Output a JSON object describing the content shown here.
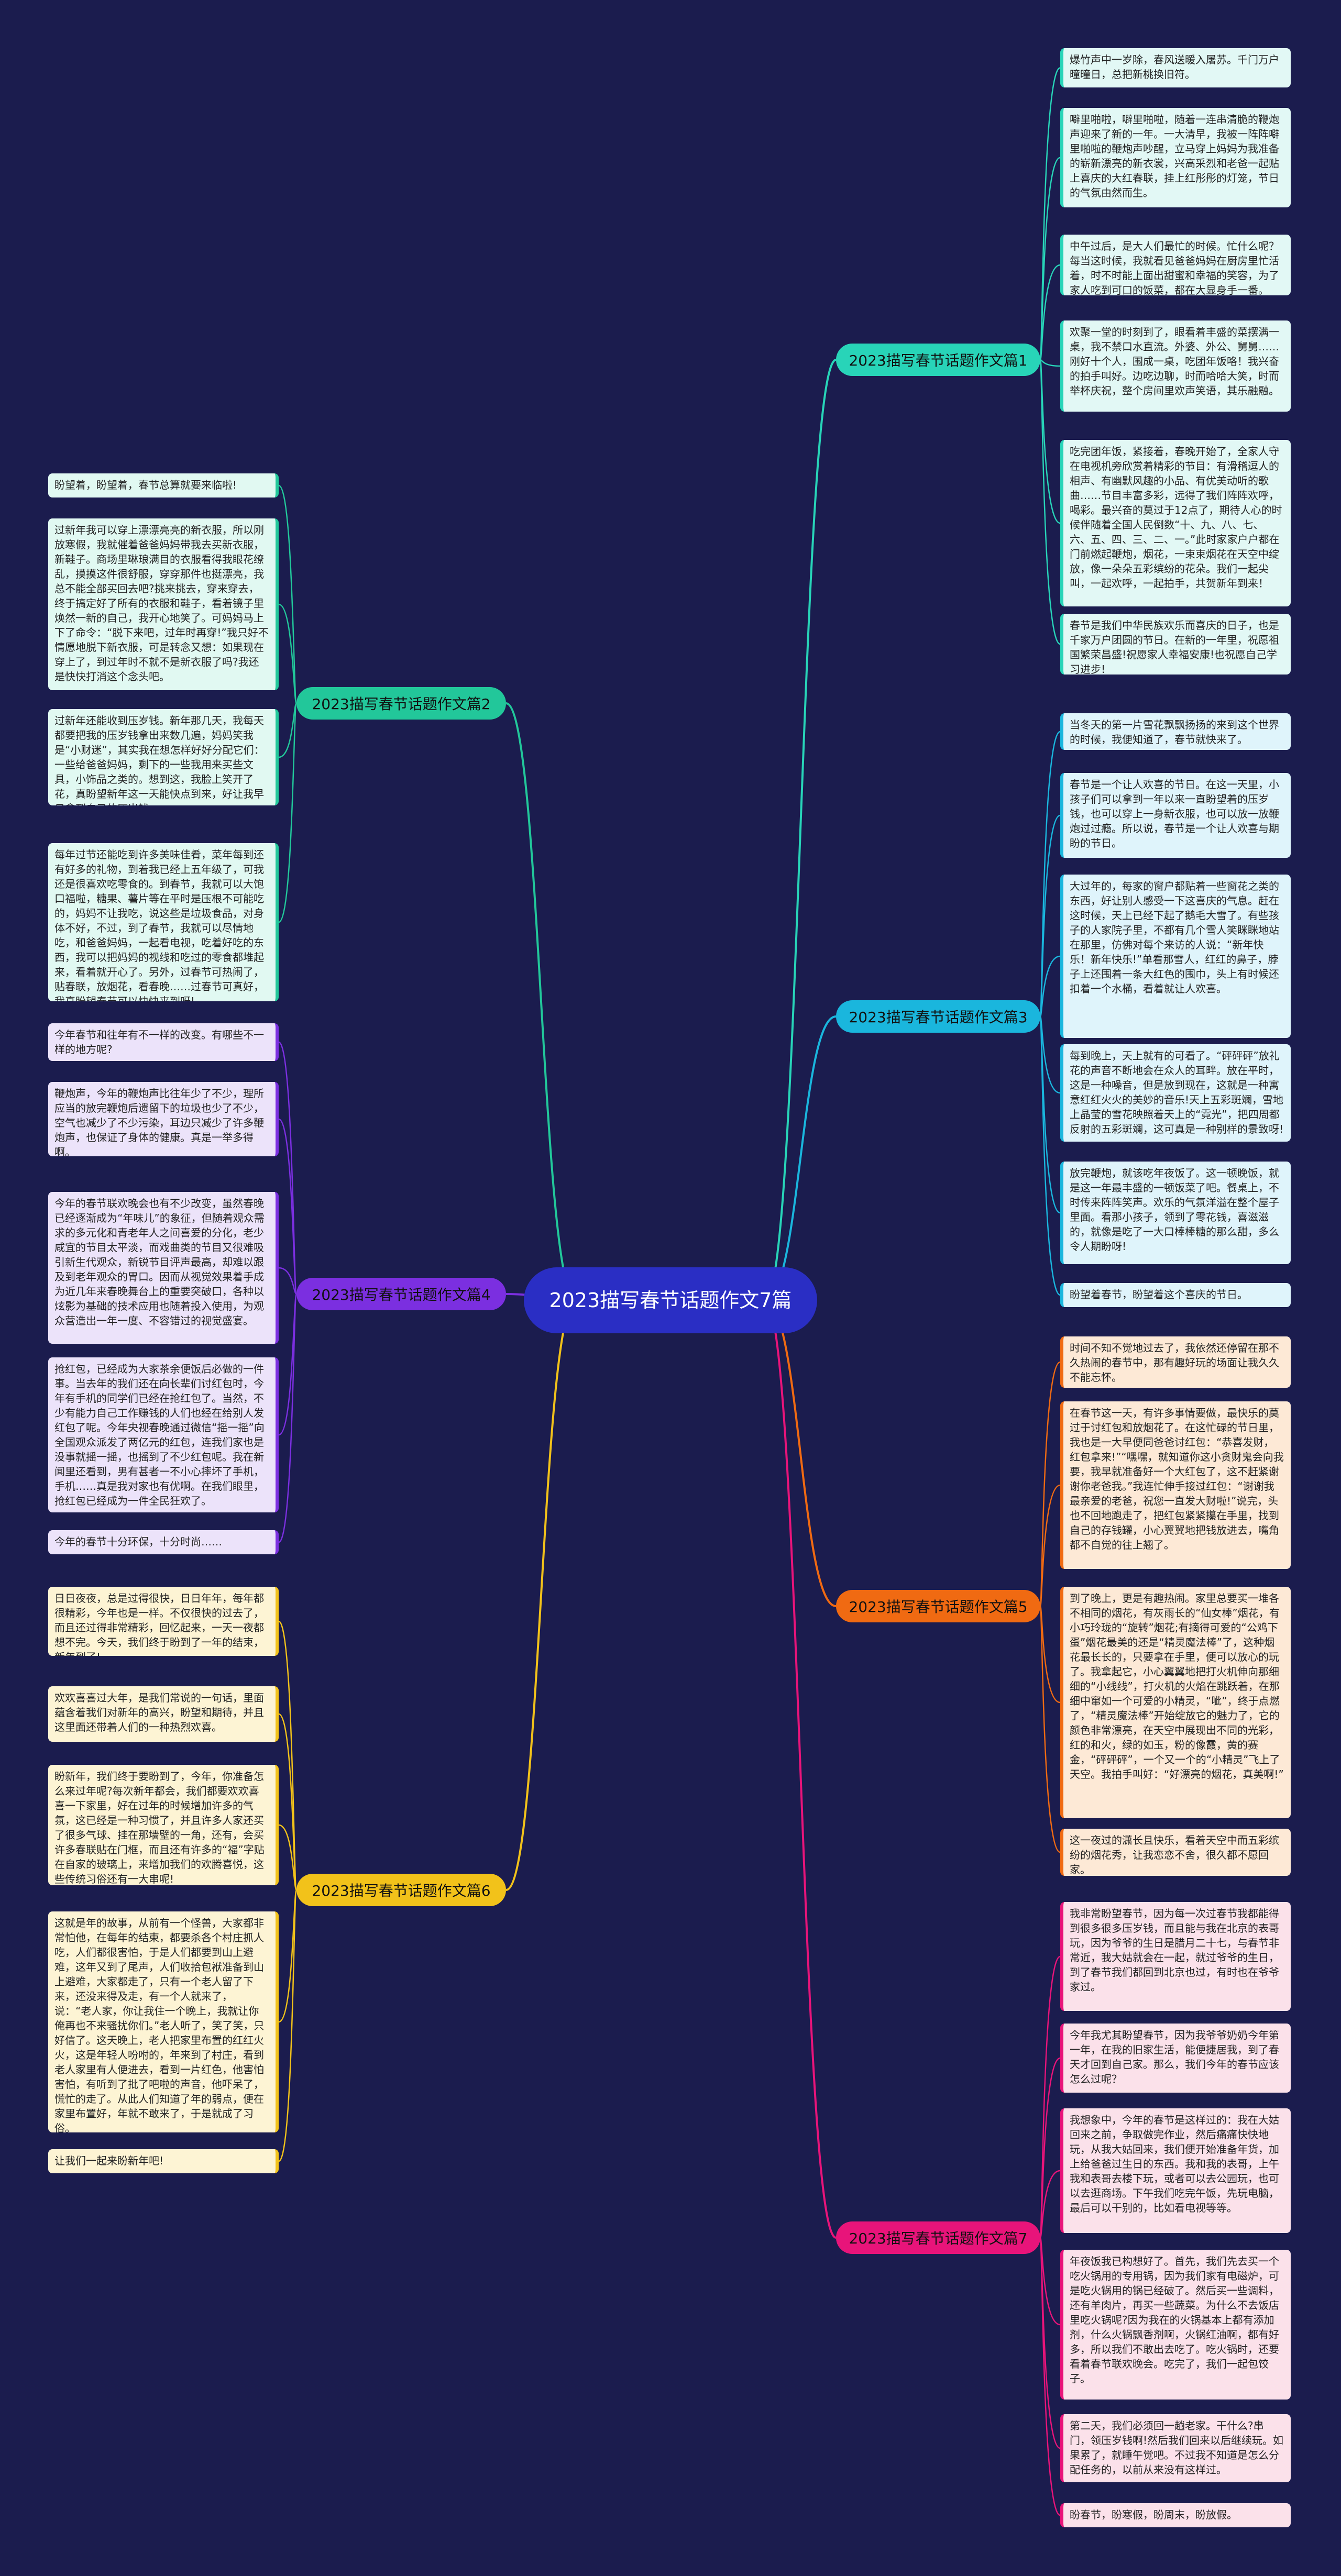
{
  "title": "2023描写春节话题作文7篇",
  "branch_colors": {
    "b1": "#28d4b8",
    "b2": "#22c79a",
    "b3": "#1ab6dd",
    "b4": "#7b2fe0",
    "b5": "#f06a12",
    "b6": "#f2c21a",
    "b7": "#e8147a"
  },
  "branches": {
    "b1": {
      "label": "2023描写春节话题作文篇1",
      "leaves": [
        "爆竹声中一岁除，春风送暖入屠苏。千门万户曈曈日，总把新桃换旧符。",
        "噼里啪啦，噼里啪啦，随着一连串清脆的鞭炮声迎来了新的一年。一大清早，我被一阵阵噼里啪啦的鞭炮声吵醒，立马穿上妈妈为我准备的崭新漂亮的新衣裳，兴高采烈和老爸一起贴上喜庆的大红春联，挂上红彤彤的灯笼，节日的气氛由然而生。",
        "中午过后，是大人们最忙的时候。忙什么呢？每当这时候，我就看见爸爸妈妈在厨房里忙活着，时不时能上面出甜蜜和幸福的笑容，为了家人吃到可口的饭菜，都在大显身手一番。",
        "欢聚一堂的时刻到了，眼看着丰盛的菜摆满一桌，我不禁口水直流。外婆、外公、舅舅……刚好十个人，围成一桌，吃团年饭咯！我兴奋的拍手叫好。边吃边聊，时而哈哈大笑，时而举杯庆祝，整个房间里欢声笑语，其乐融融。",
        "吃完团年饭，紧接着，春晚开始了，全家人守在电视机旁欣赏着精彩的节目：有滑稽逗人的相声、有幽默风趣的小品、有优美动听的歌曲……节目丰富多彩，远得了我们阵阵欢呼，喝彩。最兴奋的莫过于12点了，期待人心的时候伴随着全国人民倒数“十、九、八、七、六、五、四、三、二、一。”此时家家户户都在门前燃起鞭炮，烟花，一束束烟花在天空中绽放，像一朵朵五彩缤纷的花朵。我们一起尖叫，一起欢呼，一起拍手，共贺新年到来！",
        "春节是我们中华民族欢乐而喜庆的日子，也是千家万户团圆的节日。在新的一年里，祝愿祖国繁荣昌盛!祝愿家人幸福安康!也祝愿自己学习进步!"
      ]
    },
    "b3": {
      "label": "2023描写春节话题作文篇3",
      "leaves": [
        "当冬天的第一片雪花飘飘扬扬的来到这个世界的时候，我便知道了，春节就快来了。",
        "春节是一个让人欢喜的节日。在这一天里，小孩子们可以拿到一年以来一直盼望着的压岁钱，也可以穿上一身新衣服，也可以放一放鞭炮过过瘾。所以说，春节是一个让人欢喜与期盼的节日。",
        "大过年的，每家的窗户都贴着一些窗花之类的东西，好让别人感受一下这喜庆的气息。赶在这时候，天上已经下起了鹅毛大雪了。有些孩子的人家院子里，不都有几个雪人笑眯眯地站在那里，仿佛对每个来访的人说：“新年快乐！新年快乐!”单看那雪人，红红的鼻子，脖子上还围着一条大红色的围巾，头上有时候还扣着一个水桶，看着就让人欢喜。",
        "每到晚上，天上就有的可看了。“砰砰砰”放礼花的声音不断地会在众人的耳畔。放在平时，这是一种噪音，但是放到现在，这就是一种寓意红红火火的美妙的音乐!天上五彩斑斓，雪地上晶莹的雪花映照着天上的“霓光”，把四周都反射的五彩斑斓，这可真是一种别样的景致呀!",
        "放完鞭炮，就该吃年夜饭了。这一顿晚饭，就是这一年最丰盛的一顿饭菜了吧。餐桌上，不时传来阵阵笑声。欢乐的气氛洋溢在整个屋子里面。看那小孩子，领到了零花钱，喜滋滋的，就像是吃了一大口棒棒糖的那么甜，多么令人期盼呀!",
        "盼望着春节，盼望着这个喜庆的节日。"
      ]
    },
    "b5": {
      "label": "2023描写春节话题作文篇5",
      "leaves": [
        "时间不知不觉地过去了，我依然还停留在那不久热闹的春节中，那有趣好玩的场面让我久久不能忘怀。",
        "在春节这一天，有许多事情要做，最快乐的莫过于讨红包和放烟花了。在这忙碌的节日里，我也是一大早便同爸爸讨红包：“恭喜发财，红包拿来!”“嘿嘿，就知道你这小贪财鬼会向我要，我早就准备好一个大红包了，这不赶紧谢谢你老爸我。”我连忙伸手接过红包：“谢谢我最亲爱的老爸，祝您一直发大财啦!”说完，头也不回地跑走了，把红包紧紧攥在手里，找到自己的存钱罐，小心翼翼地把钱放进去，嘴角都不自觉的往上翘了。",
        "到了晚上，更是有趣热闹。家里总要买一堆各不相同的烟花，有灰雨长的“仙女棒”烟花，有小巧玲珑的“旋转”烟花;有摘得可爱的“公鸡下蛋”烟花最美的还是“精灵魔法棒”了，这种烟花最长长的，只要拿在手里，便可以放心的玩了。我拿起它，小心翼翼地把打火机伸向那细细的“小线线”，打火机的火焰在跳跃着，在那细中窜如一个可爱的小精灵，“呲”，终于点燃了，“精灵魔法棒”开始绽放它的魅力了，它的颜色非常漂亮，在天空中展现出不同的光彩，红的和火，绿的如玉，粉的像霞，黄的赛金，“砰砰砰”，一个又一个的“小精灵”飞上了天空。我拍手叫好：“好漂亮的烟花，真美啊!”",
        "这一夜过的潇长且快乐，看着天空中而五彩缤纷的烟花秀，让我恋恋不舍，很久都不愿回家。"
      ]
    },
    "b7": {
      "label": "2023描写春节话题作文篇7",
      "leaves": [
        "我非常盼望春节，因为每一次过春节我都能得到很多很多压岁钱，而且能与我在北京的表哥玩，因为爷爷的生日是腊月二十七，与春节非常近，我大姑就会在一起，就过爷爷的生日，到了春节我们都回到北京也过，有时也在爷爷家过。",
        "今年我尤其盼望春节，因为我爷爷奶奶今年第一年，在我的旧家生活，能便捷居我，到了春天才回到自己家。那么，我们今年的春节应该怎么过呢？",
        "我想象中，今年的春节是这样过的：我在大姑回来之前，争取做完作业，然后痛痛快快地玩，从我大姑回来，我们便开始准备年货，加上给爸爸过生日的东西。我和我的表哥，上午我和表哥去楼下玩，或者可以去公园玩，也可以去逛商场。下午我们吃完午饭，先玩电脑，最后可以干别的，比如看电视等等。",
        "年夜饭我已构想好了。首先，我们先去买一个吃火锅用的专用锅，因为我们家有电磁炉，可是吃火锅用的锅已经破了。然后买一些调料，还有羊肉片，再买一些蔬菜。为什么不去饭店里吃火锅呢?因为我在的火锅基本上都有添加剂，什么火锅飘香剂啊，火锅红油啊，都有好多，所以我们不敢出去吃了。吃火锅时，还要看着春节联欢晚会。吃完了，我们一起包饺子。",
        "第二天，我们必须回一趟老家。干什么?串门，领压岁钱啊!然后我们回来以后继续玩。如果累了，就睡午觉吧。不过我不知道是怎么分配任务的，以前从来没有这样过。",
        "盼春节，盼寒假，盼周末，盼放假。"
      ]
    },
    "b2": {
      "label": "2023描写春节话题作文篇2",
      "leaves": [
        "盼望着，盼望着，春节总算就要来临啦!",
        "过新年我可以穿上漂漂亮亮的新衣服，所以刚放寒假，我就催着爸爸妈妈带我去买新衣服，新鞋子。商场里琳琅满目的衣服看得我眼花缭乱，摸摸这件很舒服，穿穿那件也挺漂亮，我总不能全部买回去吧?挑来挑去，穿来穿去，终于搞定好了所有的衣服和鞋子，看着镜子里焕然一新的自己，我开心地笑了。可妈妈马上下了命令：“脱下来吧，过年时再穿!”我只好不情愿地脱下新衣服，可是转念又想：如果现在穿上了，到过年时不就不是新衣服了吗?我还是快快打消这个念头吧。",
        "过新年还能收到压岁钱。新年那几天，我每天都要把我的压岁钱拿出来数几遍，妈妈笑我是“小财迷”，其实我在想怎样好好分配它们：一些给爸爸妈妈，剩下的一些我用来买些文具，小饰品之类的。想到这，我脸上笑开了花，真盼望新年这一天能快点到来，好让我早日拿到自己的压岁钱。",
        "每年过节还能吃到许多美味佳肴，菜年每到还有好多的礼物，到着我已经上五年级了，可我还是很喜欢吃零食的。到春节，我就可以大饱口福啦，糖果、薯片等在平时是压根不可能吃的，妈妈不让我吃，说这些是垃圾食品，对身体不好，不过，到了春节，我就可以尽情地吃，和爸爸妈妈，一起看电视，吃着好吃的东西，我可以把妈妈的视线和吃过的零食都堆起来，看着就开心了。另外，过春节可热闹了，贴春联，放烟花，看春晚……过春节可真好，我真盼望春节可以快快来到呀!"
      ]
    },
    "b4": {
      "label": "2023描写春节话题作文篇4",
      "leaves": [
        "今年春节和往年有不一样的改变。有哪些不一样的地方呢?",
        "鞭炮声，今年的鞭炮声比往年少了不少，理所应当的放完鞭炮后遗留下的垃圾也少了不少，空气也减少了不少污染，耳边只减少了许多鞭炮声，也保证了身体的健康。真是一举多得啊。",
        "今年的春节联欢晚会也有不少改变，虽然春晚已经逐渐成为“年味儿”的象征，但随着观众需求的多元化和青老年人之间喜爱的分化，老少咸宜的节目太平淡，而戏曲类的节目又很难吸引新生代观众，新锐节目评声最高，却难以跟及到老年观众的胃口。因而从视觉效果着手成为近几年来春晚舞台上的重要突破口，各种以炫影为基础的技术应用也随着投入使用，为观众营造出一年一度、不容错过的视觉盛宴。",
        "抢红包，已经成为大家茶余便饭后必做的一件事。当去年的我们还在向长辈们讨红包时，今年有手机的同学们已经在抢红包了。当然，不少有能力自己工作赚钱的人们也经在给别人发红包了呢。今年央视春晚通过微信“摇一摇”向全国观众派发了两亿元的红包，连我们家也是没事就摇一摇，也摇到了不少红包呢。我在新闻里还看到，男有甚者一不小心摔坏了手机，手机……真是我对家也有优啊。在我们眼里，抢红包已经成为一件全民狂欢了。",
        "今年的春节十分环保，十分时尚……"
      ]
    },
    "b6": {
      "label": "2023描写春节话题作文篇6",
      "leaves": [
        "日日夜夜，总是过得很快，日日年年，每年都很精彩，今年也是一样。不仅很快的过去了，而且还过得非常精彩，回忆起来，一天一夜都想不完。今天，我们终于盼到了一年的结束，新年到了!",
        "欢欢喜喜过大年，是我们常说的一句话，里面蕴含着我们对新年的高兴，盼望和期待，并且这里面还带着人们的一种热烈欢喜。",
        "盼新年，我们终于要盼到了，今年，你准备怎么来过年呢?每次新年都会，我们都要欢欢喜喜一下家里，好在过年的时候增加许多的气氛，这已经是一种习惯了，并且许多人家还买了很多气球、挂在那墙壁的一角，还有，会买许多春联贴在门框，而且还有许多的“福”字贴在自家的玻璃上，来增加我们的欢腾喜悦，这些传统习俗还有一大串呢!",
        "这就是年的故事，从前有一个怪兽，大家都非常怕他，在每年的结束，都要杀各个村庄抓人吃，人们都很害怕，于是人们都要到山上避难，这年又到了尾声，人们收拾包袱准备到山上避难，大家都走了，只有一个老人留了下来，还没来得及走，有一个人就来了，说：“老人家，你让我住一个晚上，我就让你俺再也不来骚扰你们。”老人听了，笑了笑，只好信了。这天晚上，老人把家里布置的红红火火，这是年轻人吩咐的，年来到了村庄，看到老人家里有人便进去，看到一片红色，他害怕害怕，有听到了批了吧啦的声音，他吓呆了，慌忙的走了。从此人们知道了年的弱点，便在家里布置好，年就不敢来了，于是就成了习俗。",
        "让我们一起来盼新年吧!"
      ]
    }
  }
}
